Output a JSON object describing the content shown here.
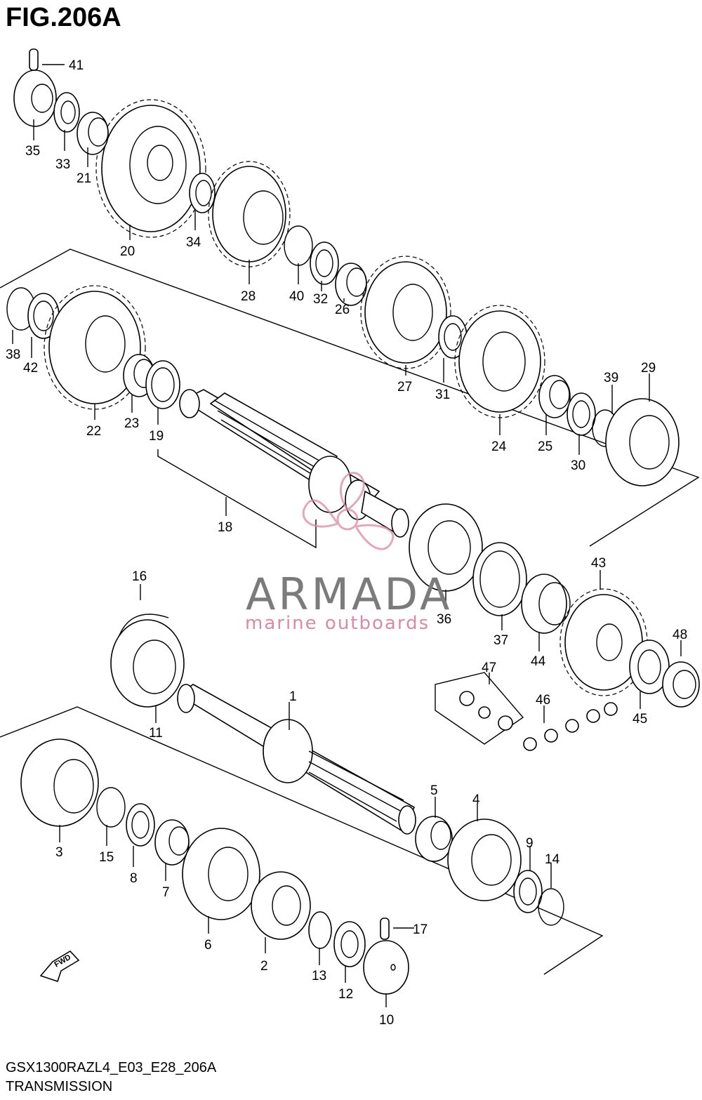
{
  "title": "FIG.206A",
  "footer": {
    "code": "GSX1300RAZL4_E03_E28_206A",
    "name": "TRANSMISSION"
  },
  "watermark": {
    "brand": "ARMADA",
    "tagline": "marine outboards",
    "accent_color": "#d98aa6"
  },
  "fwd_label": "FWD",
  "parts": [
    {
      "id": "1"
    },
    {
      "id": "2"
    },
    {
      "id": "3"
    },
    {
      "id": "4"
    },
    {
      "id": "5"
    },
    {
      "id": "6"
    },
    {
      "id": "7"
    },
    {
      "id": "8"
    },
    {
      "id": "9"
    },
    {
      "id": "10"
    },
    {
      "id": "11"
    },
    {
      "id": "12"
    },
    {
      "id": "13"
    },
    {
      "id": "14"
    },
    {
      "id": "15"
    },
    {
      "id": "16"
    },
    {
      "id": "17"
    },
    {
      "id": "18"
    },
    {
      "id": "19"
    },
    {
      "id": "20"
    },
    {
      "id": "21"
    },
    {
      "id": "22"
    },
    {
      "id": "23"
    },
    {
      "id": "24"
    },
    {
      "id": "25"
    },
    {
      "id": "26"
    },
    {
      "id": "27"
    },
    {
      "id": "28"
    },
    {
      "id": "29"
    },
    {
      "id": "30"
    },
    {
      "id": "31"
    },
    {
      "id": "32"
    },
    {
      "id": "33"
    },
    {
      "id": "34"
    },
    {
      "id": "35"
    },
    {
      "id": "36"
    },
    {
      "id": "37"
    },
    {
      "id": "38"
    },
    {
      "id": "39"
    },
    {
      "id": "40"
    },
    {
      "id": "41"
    },
    {
      "id": "42"
    },
    {
      "id": "43"
    },
    {
      "id": "44"
    },
    {
      "id": "45"
    },
    {
      "id": "46"
    },
    {
      "id": "47"
    },
    {
      "id": "48"
    }
  ]
}
